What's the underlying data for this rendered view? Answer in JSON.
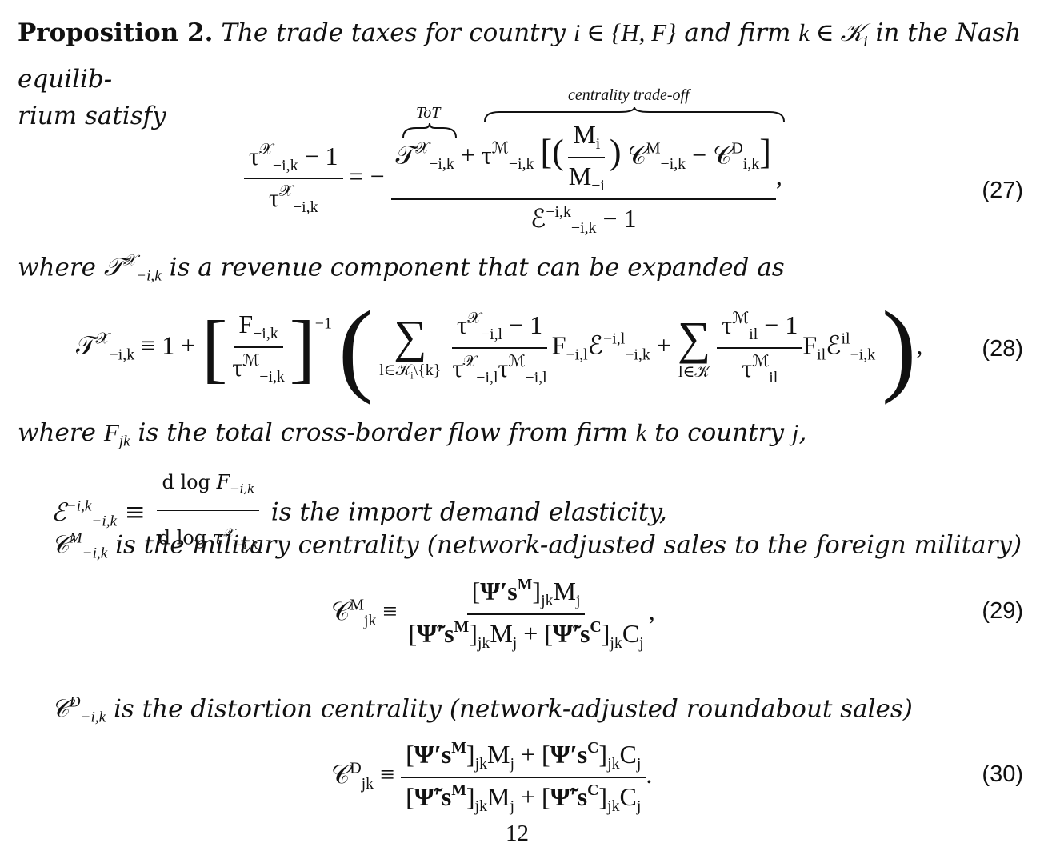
{
  "proposition": {
    "label": "Proposition 2.",
    "statement_a": "The trade taxes for country",
    "statement_b": "and firm",
    "statement_c": "in the Nash equilib-",
    "statement_d": "rium satisfy",
    "math_i_in": "i ∈ {H, F}",
    "math_k_in": "k ∈ 𝒦",
    "math_k_sub": "i"
  },
  "eq27": {
    "brace_tot": "ToT",
    "brace_centrality": "centrality trade-off",
    "number": "(27)"
  },
  "text_where_T": {
    "prefix": "where",
    "suffix": "is a revenue component that can be expanded as"
  },
  "eq28": {
    "number": "(28)"
  },
  "text_where_F": {
    "prefix": "where",
    "mid1": "is the total cross-border flow from firm",
    "mid2": "to country",
    "end": ","
  },
  "defs": {
    "elasticity": "is the import demand elasticity,",
    "military": "is the military centrality (network-adjusted sales to the foreign military)",
    "distortion": "is the distortion centrality (network-adjusted roundabout sales)"
  },
  "eq29": {
    "number": "(29)"
  },
  "eq30": {
    "number": "(30)"
  },
  "page_number": "12"
}
